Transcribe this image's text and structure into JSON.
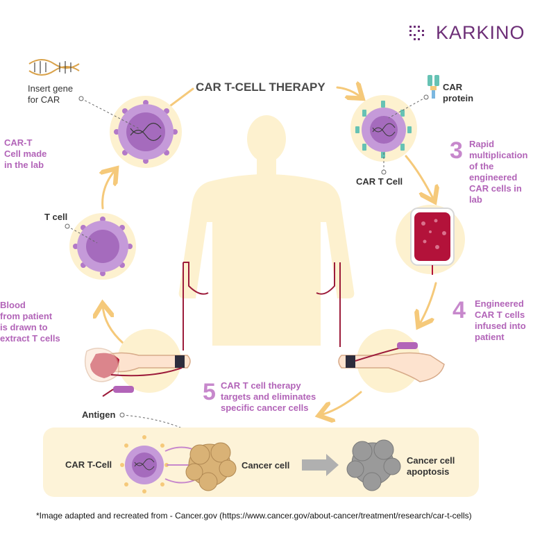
{
  "brand": {
    "name": "KARKINO"
  },
  "title": "CAR T-CELL THERAPY",
  "labels": {
    "insert_gene": "Insert gene\nfor CAR",
    "car_protein": "CAR\nprotein",
    "car_t_cell": "CAR T Cell",
    "t_cell": "T cell",
    "antigen": "Antigen",
    "bottom_car_t_cell": "CAR T-Cell",
    "cancer_cell": "Cancer cell",
    "cancer_cell_apoptosis": "Cancer cell\napoptosis"
  },
  "steps": [
    {
      "text": "Blood\nfrom patient\nis drawn to\nextract T cells"
    },
    {
      "text": "CAR-T\nCell made\nin the lab"
    },
    {
      "number": "3",
      "text": "Rapid\nmultiplication\nof the engineered\nCAR cells in lab"
    },
    {
      "number": "4",
      "text": "Engineered\nCAR T cells\ninfused into\npatient"
    },
    {
      "number": "5",
      "text": "CAR T cell therapy\ntargets and eliminates\nspecific cancer cells"
    }
  ],
  "footnote": "*Image adapted and recreated from - Cancer.gov (https://www.cancer.gov/about-cancer/treatment/research/car-t-cells)",
  "colors": {
    "accent_purple": "#b264b8",
    "number_purple": "#c788cc",
    "brand_purple": "#6d2f77",
    "arrow_gold": "#f5c97a",
    "body_cream": "#fdf1cf",
    "panel_cream": "#fdf3d8",
    "cell_purple": "#c59ad9",
    "cancer_gold": "#d9b276",
    "apoptosis_gray": "#9a9a9a",
    "blood_red": "#b3123a"
  },
  "icons": [
    "dna-icon",
    "car-protein-icon",
    "blood-bag-icon",
    "hand-icon",
    "arrow-icon"
  ]
}
